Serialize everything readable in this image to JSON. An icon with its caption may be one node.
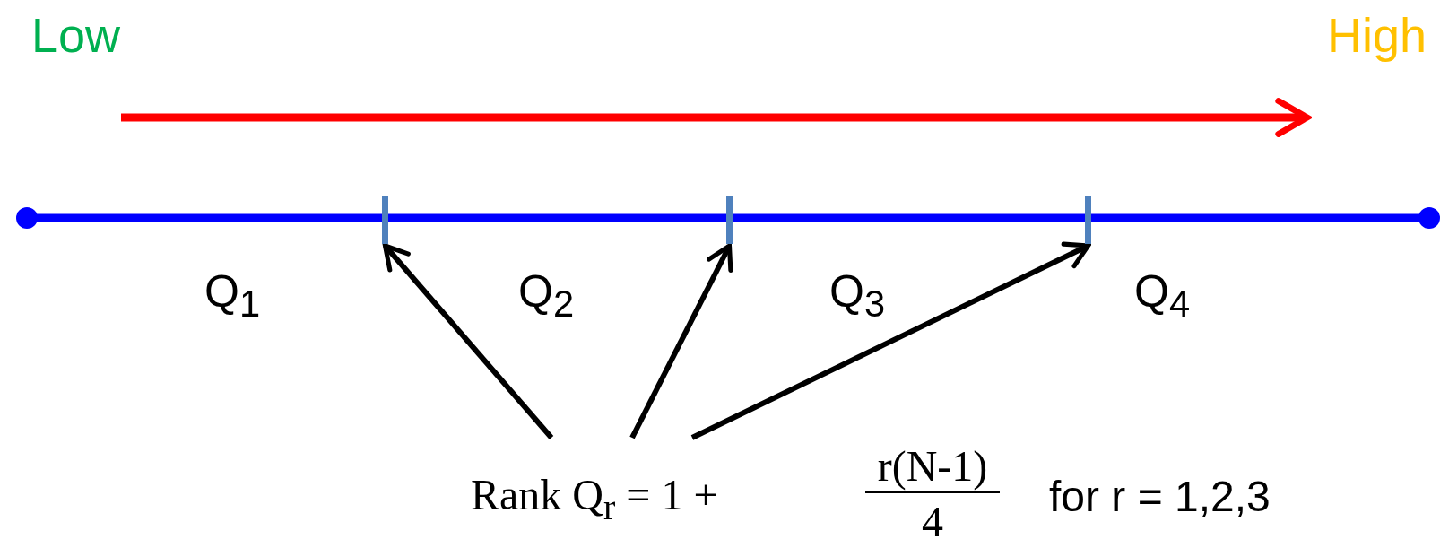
{
  "diagram": {
    "nodes": [
      {
        "text": [],
        "shape": "bar"
      },
      {
        "text": [],
        "shape": "bar"
      },
      {
        "text": [],
        "shape": "bar"
      },
      {
        "text": [
          "Rank Q$_{r}$ = 1 +",
          "r(N-1)",
          "4"
        ],
        "beside": [
          "for r = 1,2,3"
        ]
      }
    ],
    "edges": [
      {
        "from": 3,
        "to": 0,
        "arrow": "to"
      },
      {
        "from": 3,
        "to": 1,
        "arrow": "to"
      },
      {
        "from": 3,
        "to": 2,
        "arrow": "to"
      }
    ],
    "labels": [
      "Low",
      "High",
      "Q$_{1}$",
      "Q$_{2}$",
      "Q$_{3}$",
      "Q$_{4}$"
    ]
  }
}
